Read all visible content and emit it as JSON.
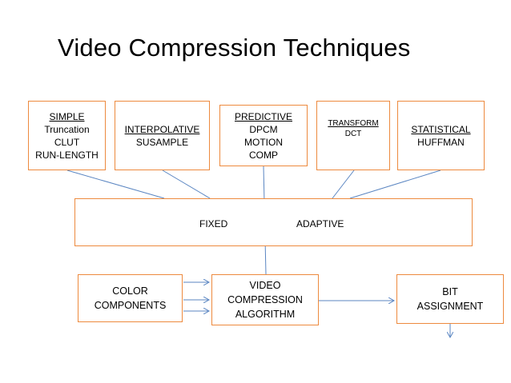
{
  "title": "Video Compression Techniques",
  "categories": [
    {
      "heading": "SIMPLE",
      "items": [
        "Truncation",
        "CLUT",
        "RUN-LENGTH"
      ]
    },
    {
      "heading": "INTERPOLATIVE",
      "items": [
        "SUSAMPLE"
      ]
    },
    {
      "heading": "PREDICTIVE",
      "items": [
        "DPCM",
        "MOTION",
        "COMP"
      ]
    },
    {
      "heading": "TRANSFORM",
      "items": [
        "DCT"
      ]
    },
    {
      "heading": "STATISTICAL",
      "items": [
        "HUFFMAN"
      ]
    }
  ],
  "mode_box": {
    "fixed": "FIXED",
    "adaptive": "ADAPTIVE"
  },
  "color_components": {
    "line1": "COLOR",
    "line2": "COMPONENTS"
  },
  "algorithm": {
    "line1": "VIDEO",
    "line2": "COMPRESSION",
    "line3": "ALGORITHM"
  },
  "bit_assignment": {
    "line1": "BIT",
    "line2": "ASSIGNMENT"
  },
  "colors": {
    "box_border": "#ed8a3e",
    "connector": "#5b86c2"
  }
}
